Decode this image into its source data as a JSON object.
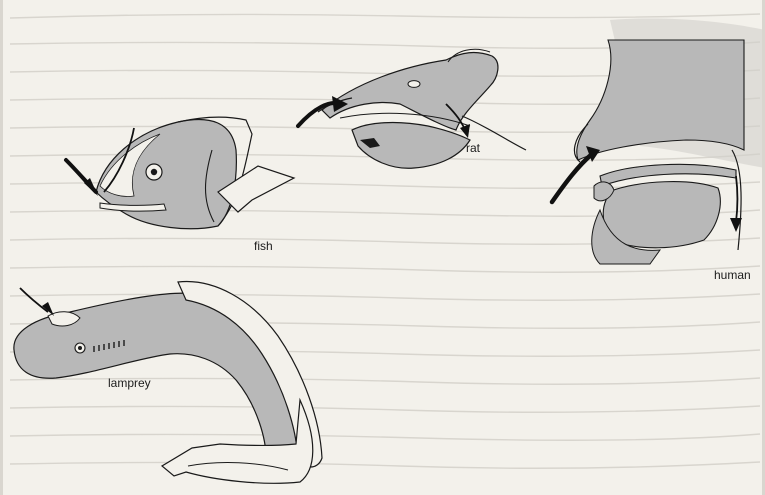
{
  "figure": {
    "labels": {
      "fish": "fish",
      "rat": "rat",
      "human": "human",
      "lamprey": "lamprey"
    },
    "colors": {
      "page": "#f3f1eb",
      "body_fill": "#b7b7b7",
      "outline": "#1a1a1a",
      "arrow": "#111111",
      "bleed_text": "#c9c6bf"
    },
    "arrows": {
      "fish": "airflow-arrow",
      "rat": "airflow-arrow",
      "human": "airflow-arrow",
      "lamprey": "airflow-arrow"
    }
  }
}
